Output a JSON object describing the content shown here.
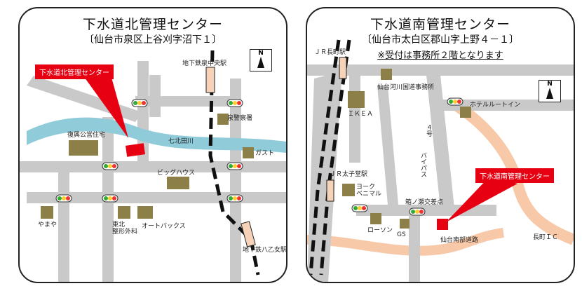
{
  "north": {
    "title": "下水道北管理センター",
    "address": "〔仙台市泉区上谷刈字沼下１〕",
    "callout": "下水道北管理センター",
    "compass": "N",
    "labels": {
      "subway_station_top": "地下鉄泉中央駅",
      "police": "泉警察署",
      "housing": "復興公営住宅",
      "river": "七北田川",
      "gusto": "ガスト",
      "big_house": "ビッグハウス",
      "yamaya": "やまや",
      "tohoku_clinic": "東北\n整形外科",
      "autobacs": "オートバックス",
      "subway_station_bottom": "地下鉄八乙女駅"
    }
  },
  "south": {
    "title": "下水道南管理センター",
    "address": "〔仙台市太白区郡山字上野４－１〕",
    "note": "※受付は事務所２階となります",
    "callout": "下水道南管理センター",
    "compass": "N",
    "labels": {
      "jr_nagamachi": "ＪＲ長町駅",
      "river_office": "仙台河川国道事務所",
      "ikea": "ＩＫＥＡ",
      "hotel": "ホテルルートイン",
      "route4": "４号",
      "bypass": "バイパス",
      "jr_taishido": "ＪＲ太子堂駅",
      "yorkbenimaru": "ヨーク\nベニマル",
      "hashinose": "箱ノ瀬交差点",
      "lawson": "ローソン",
      "gs": "GS",
      "sendai_south_road": "仙台南部道路",
      "nagamachi_ic": "長町ＩＣ"
    }
  },
  "colors": {
    "road": "#c9c9c9",
    "river": "#8fcbd9",
    "building": "#8c7f47",
    "highlight": "#e60012",
    "highway": "#f7c9a8",
    "station": "#f6d3b8"
  }
}
